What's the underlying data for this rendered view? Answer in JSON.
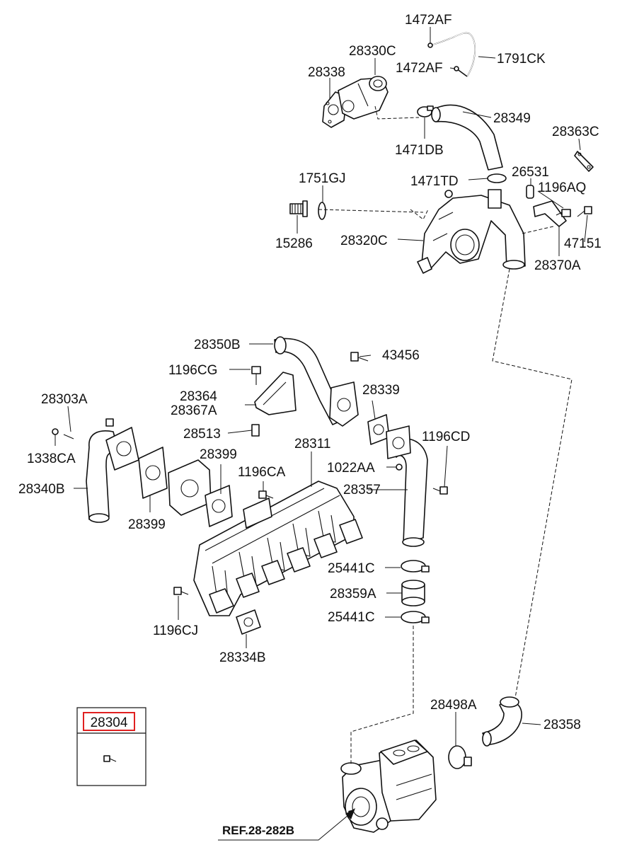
{
  "labels": {
    "p1472AF_top": "1472AF",
    "p1791CK": "1791CK",
    "p1472AF_mid": "1472AF",
    "p28330C": "28330C",
    "p28338": "28338",
    "p28349": "28349",
    "p1471DB": "1471DB",
    "p28363C": "28363C",
    "p1751GJ": "1751GJ",
    "p1471TD": "1471TD",
    "p26531": "26531",
    "p1196AQ": "1196AQ",
    "p15286": "15286",
    "p28320C": "28320C",
    "p47151": "47151",
    "p28370A": "28370A",
    "p28350B": "28350B",
    "p43456": "43456",
    "p1196CG": "1196CG",
    "p28339": "28339",
    "p28303A": "28303A",
    "p28364": "28364",
    "p28367A": "28367A",
    "p28513": "28513",
    "p28399_right": "28399",
    "p28311": "28311",
    "p1196CD": "1196CD",
    "p1338CA": "1338CA",
    "p1196CA": "1196CA",
    "p1022AA": "1022AA",
    "p28340B": "28340B",
    "p28357": "28357",
    "p28399_left": "28399",
    "p25441C_top": "25441C",
    "p28359A": "28359A",
    "p25441C_bottom": "25441C",
    "p1196CJ": "1196CJ",
    "p28334B": "28334B",
    "p28498A": "28498A",
    "p28358": "28358"
  },
  "inset": {
    "part_number": "28304"
  },
  "reference": {
    "label": "REF.28-282B"
  },
  "colors": {
    "highlight": "#e02020",
    "line": "#111111"
  }
}
